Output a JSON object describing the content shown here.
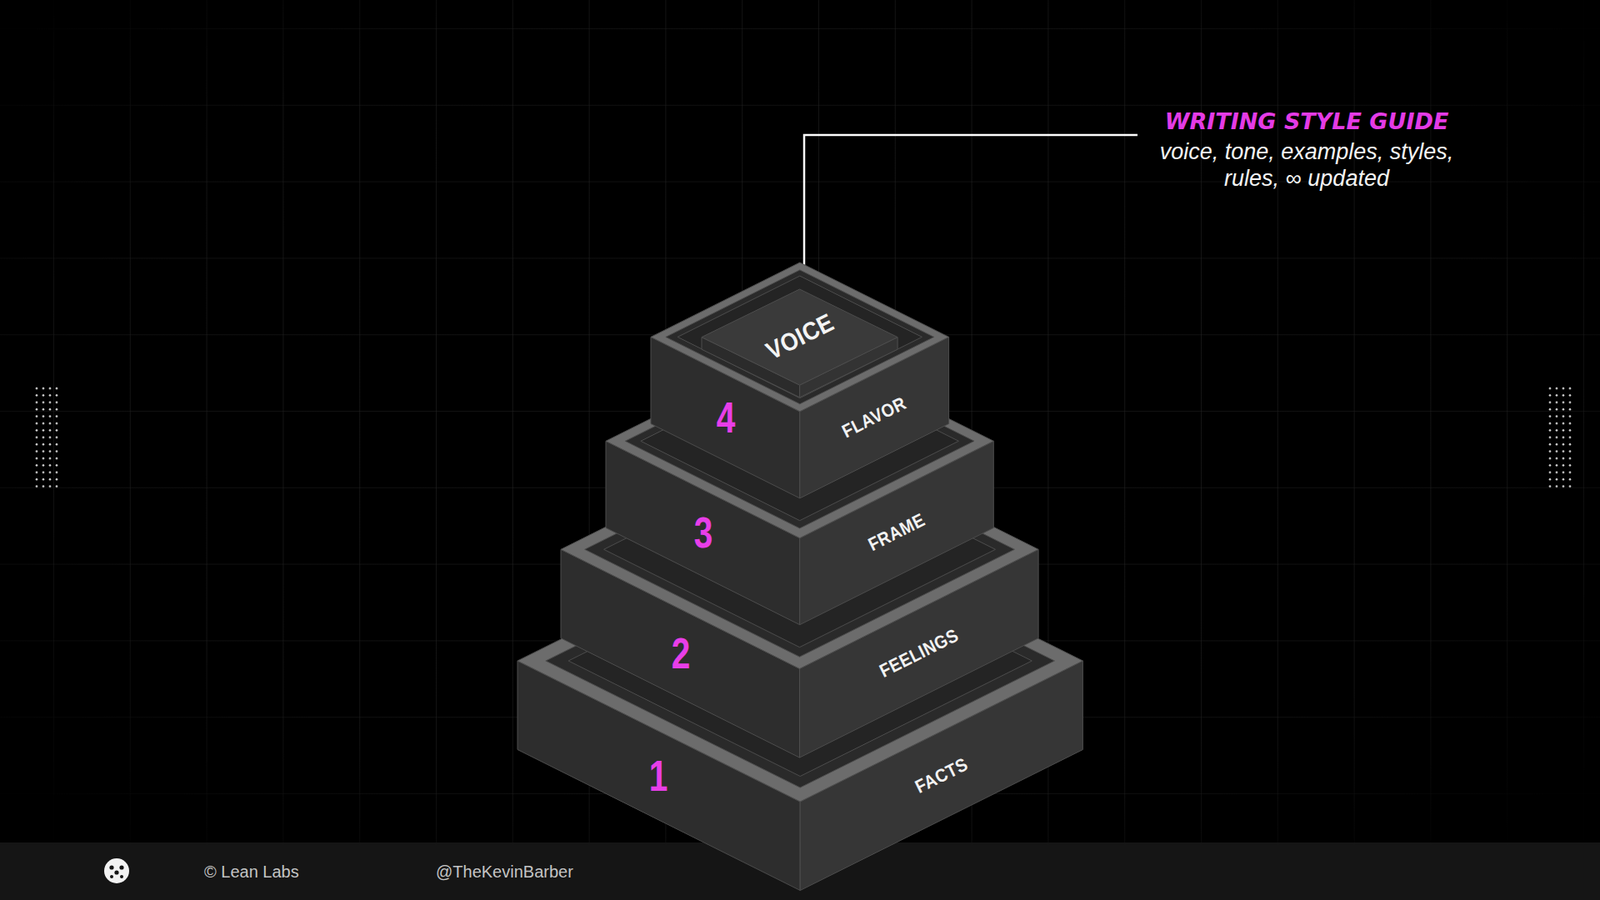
{
  "diagram": {
    "nodes": [
      {
        "text": [
          "4",
          "FLAVOR"
        ]
      },
      {
        "text": [
          "VOICE"
        ],
        "in": 0
      },
      {
        "text": [
          "3",
          "FRAME"
        ]
      },
      {
        "text": [
          "2",
          "FEELINGS"
        ]
      },
      {
        "text": [
          "1",
          "FACTS"
        ]
      }
    ],
    "labels": [
      "WRITING STYLE GUIDE",
      "voice, tone, examples, styles, rules, ∞ updated",
      "© Lean Labs",
      "@TheKevinBarber"
    ]
  }
}
